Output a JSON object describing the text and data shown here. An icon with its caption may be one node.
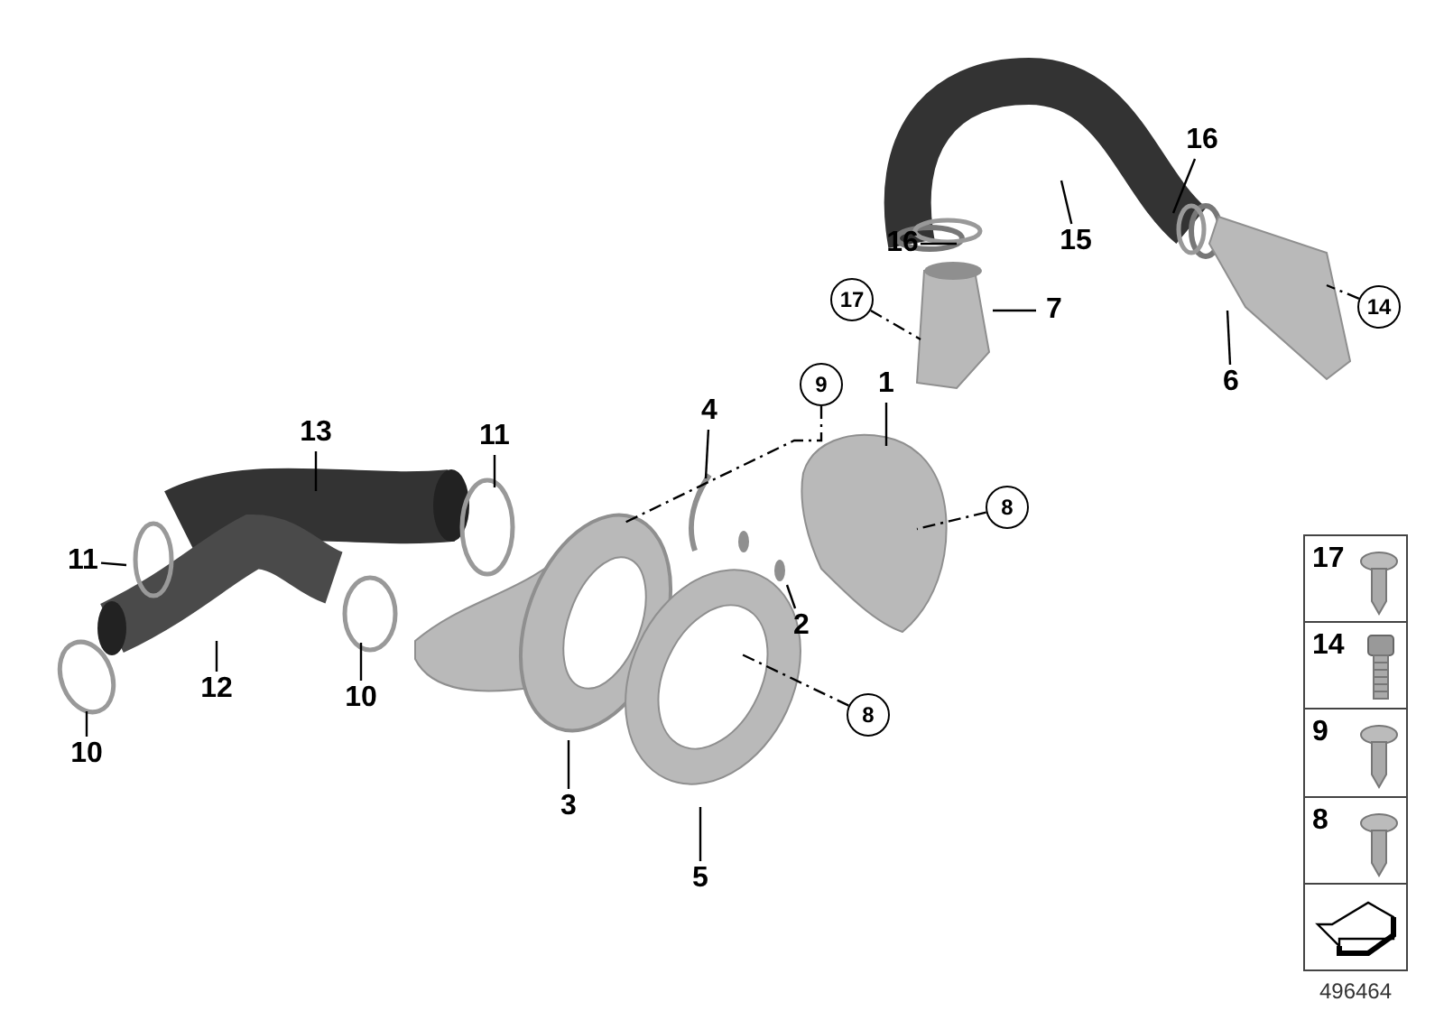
{
  "diagram": {
    "nodes": [
      {
        "text": [
          "1"
        ]
      },
      {
        "text": [
          "2"
        ]
      },
      {
        "text": [
          "3"
        ]
      },
      {
        "text": [
          "4"
        ]
      },
      {
        "text": [
          "5"
        ]
      },
      {
        "text": [
          "6"
        ]
      },
      {
        "text": [
          "7"
        ]
      },
      {
        "text": [
          "8"
        ]
      },
      {
        "text": [
          "8"
        ]
      },
      {
        "text": [
          "9"
        ]
      },
      {
        "text": [
          "10"
        ]
      },
      {
        "text": [
          "10"
        ]
      },
      {
        "text": [
          "11"
        ]
      },
      {
        "text": [
          "11"
        ]
      },
      {
        "text": [
          "12"
        ]
      },
      {
        "text": [
          "13"
        ]
      },
      {
        "text": [
          "14"
        ]
      },
      {
        "text": [
          "15"
        ]
      },
      {
        "text": [
          "16"
        ]
      },
      {
        "text": [
          "16"
        ]
      },
      {
        "text": [
          "17"
        ]
      }
    ],
    "edges": [
      {
        "from": 0,
        "to": null,
        "arrow": "none"
      },
      {
        "from": 1,
        "to": null,
        "arrow": "none"
      },
      {
        "from": 2,
        "to": null,
        "arrow": "none"
      },
      {
        "from": 3,
        "to": null,
        "arrow": "none"
      },
      {
        "from": 4,
        "to": null,
        "arrow": "none"
      },
      {
        "from": 5,
        "to": null,
        "arrow": "none"
      },
      {
        "from": 6,
        "to": null,
        "arrow": "none"
      },
      {
        "from": 7,
        "to": null,
        "arrow": "none",
        "style": "dashed"
      },
      {
        "from": 8,
        "to": null,
        "arrow": "none",
        "style": "dashed"
      },
      {
        "from": 9,
        "to": null,
        "arrow": "none",
        "style": "dashed"
      },
      {
        "from": 10,
        "to": null,
        "arrow": "none"
      },
      {
        "from": 11,
        "to": null,
        "arrow": "none"
      },
      {
        "from": 12,
        "to": null,
        "arrow": "none"
      },
      {
        "from": 13,
        "to": null,
        "arrow": "none"
      },
      {
        "from": 14,
        "to": null,
        "arrow": "none"
      },
      {
        "from": 15,
        "to": null,
        "arrow": "none"
      },
      {
        "from": 16,
        "to": null,
        "arrow": "none",
        "style": "dashed"
      },
      {
        "from": 17,
        "to": null,
        "arrow": "none"
      },
      {
        "from": 18,
        "to": null,
        "arrow": "none"
      },
      {
        "from": 19,
        "to": null,
        "arrow": "none"
      },
      {
        "from": 20,
        "to": null,
        "arrow": "none",
        "style": "dashed"
      }
    ],
    "labels": [
      "17",
      "14",
      "9",
      "8",
      "496464"
    ]
  }
}
